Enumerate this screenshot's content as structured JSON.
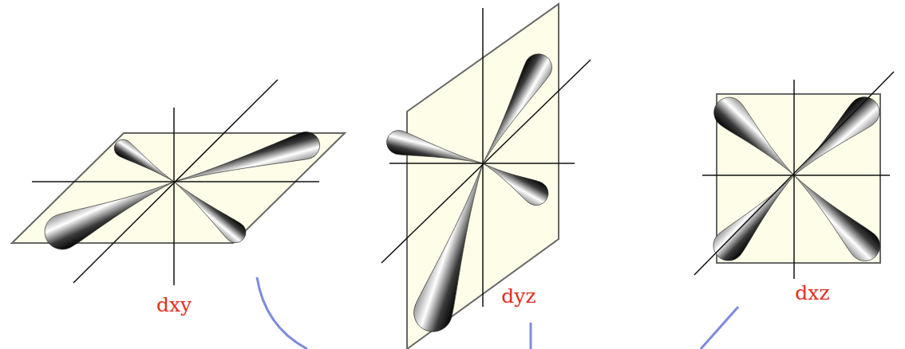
{
  "diagram": {
    "labels": [
      "dxy",
      "dyz",
      "dxz"
    ]
  }
}
